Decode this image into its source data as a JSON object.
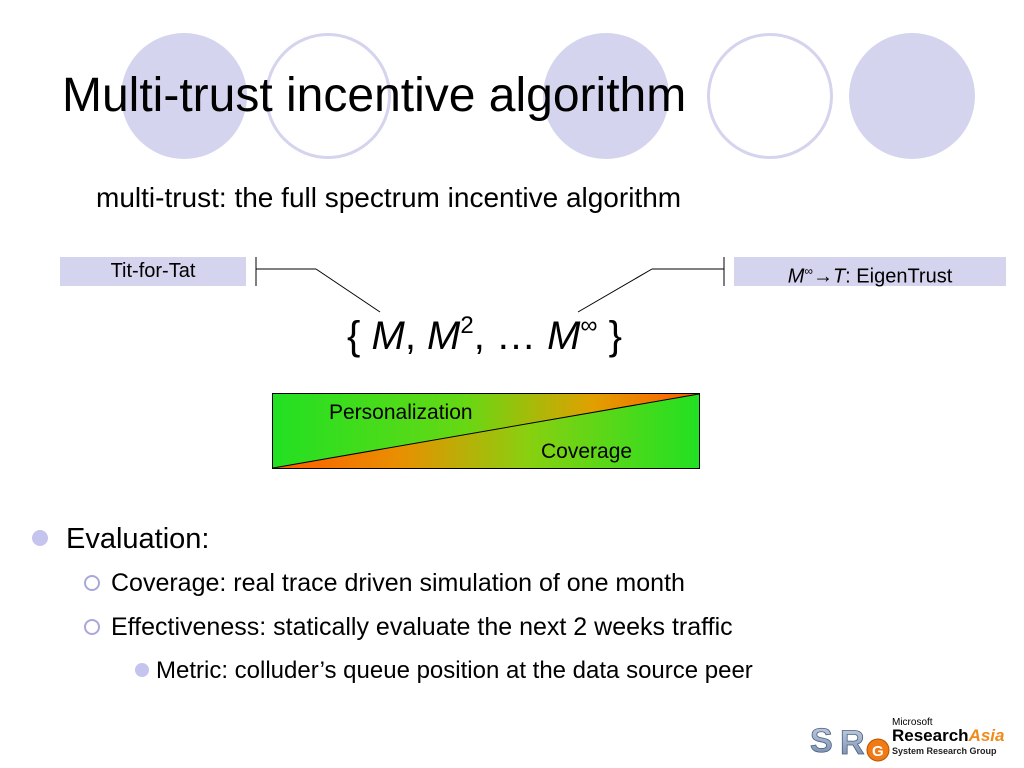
{
  "slide": {
    "title": "Multi-trust incentive algorithm",
    "subtitle": "multi-trust: the full spectrum incentive algorithm"
  },
  "spectrum": {
    "left_label": "Tit-for-Tat",
    "right_label_var1": "M",
    "right_label_sup": "∞",
    "right_label_arrow": "→",
    "right_label_var2": "T",
    "right_label_rest": ": EigenTrust",
    "set_open": "{ ",
    "set_m1": "M",
    "set_sep1": ", ",
    "set_m2": "M",
    "set_exp2": "2",
    "set_sep2": ", … ",
    "set_m3": "M",
    "set_exp3": "∞",
    "set_close": " }",
    "bar_top_label": "Personalization",
    "bar_bottom_label": "Coverage"
  },
  "bullets": {
    "level1": "Evaluation:",
    "level2_a": "Coverage: real trace driven simulation of one month",
    "level2_b": "Effectiveness: statically evaluate the next 2 weeks traffic",
    "level3": "Metric: colluder’s queue position at the data source peer"
  },
  "logo": {
    "line1": "Microsoft",
    "line2_a": "Research",
    "line2_b": "Asia",
    "line3": "System Research Group",
    "mark_s": "S",
    "mark_r": "R",
    "mark_g": "G"
  },
  "colors": {
    "decor": "#d4d4ee",
    "gradient_green": "#22e022",
    "gradient_orange": "#ff6a00",
    "bullet": "#c4c4ee"
  }
}
